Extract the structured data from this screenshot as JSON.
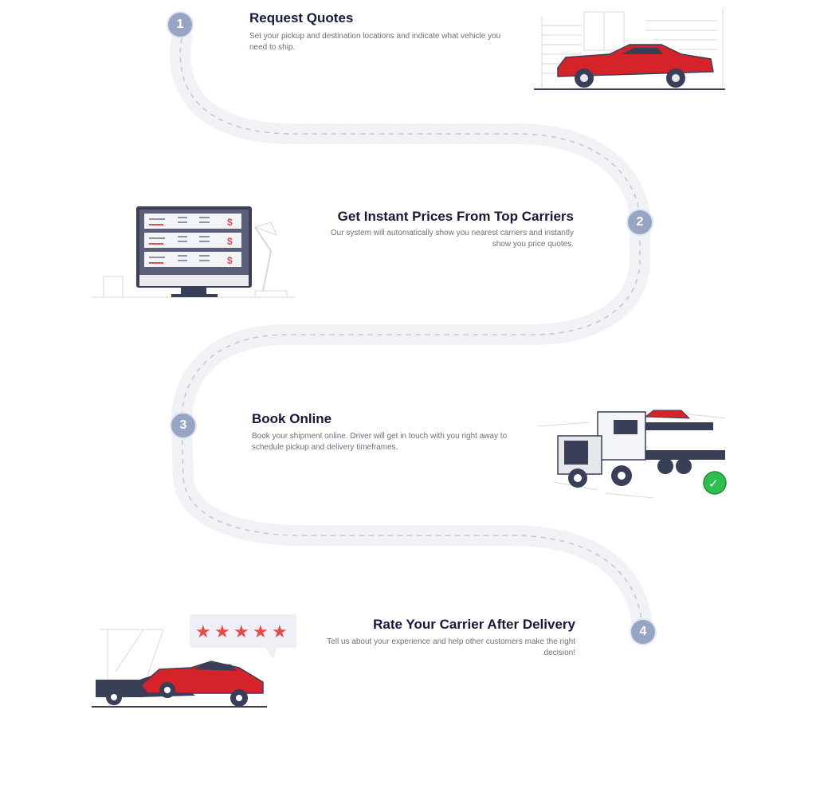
{
  "steps": [
    {
      "number": "1",
      "title": "Request Quotes",
      "description": "Set your pickup and destination locations and indicate what vehicle you need to ship."
    },
    {
      "number": "2",
      "title": "Get Instant Prices From Top Carriers",
      "description": "Our system will automatically show you nearest carriers and instantly show you price quotes."
    },
    {
      "number": "3",
      "title": "Book Online",
      "description": "Book your shipment online. Driver will get in touch with you right away to schedule pickup and delivery timeframes."
    },
    {
      "number": "4",
      "title": "Rate Your Carrier After Delivery",
      "description": "Tell us about your experience and help other customers make the right decision!"
    }
  ],
  "colors": {
    "badge": "#97a5c5",
    "title": "#141a3c",
    "text": "#6d7182",
    "car": "#d4242a",
    "dark": "#3a3f58",
    "check": "#2dbe4e",
    "star": "#e84c4c"
  },
  "icons": {
    "price": "$",
    "check": "✓",
    "star": "★"
  }
}
